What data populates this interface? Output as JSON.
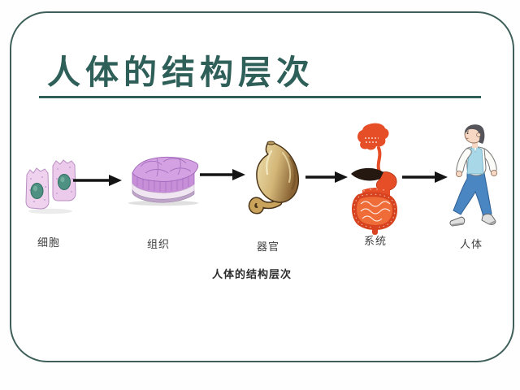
{
  "slide": {
    "title": "人体的结构层次",
    "caption": "人体的结构层次"
  },
  "colors": {
    "frame": "#3e5f5a",
    "title": "#2e5f58",
    "underline": "#2e5f58",
    "arrow": "#141414",
    "label": "#3f3f3f",
    "caption": "#2b2b2b",
    "cell_fill": "#efd2ee",
    "cell_nucleus": "#4e9183",
    "tissue_fill": "#cf9bdd",
    "organ_fill": "#c9a35c",
    "system_fill": "#e64e28",
    "liver_fill": "#241810",
    "vest_fill": "#a8d8e8",
    "pants_fill": "#4a86c2"
  },
  "diagram": {
    "items": [
      {
        "label": "细胞",
        "icon": "cells-illustration"
      },
      {
        "label": "组织",
        "icon": "tissue-illustration"
      },
      {
        "label": "器官",
        "icon": "stomach-organ-illustration"
      },
      {
        "label": "系统",
        "icon": "digestive-system-illustration"
      },
      {
        "label": "人体",
        "icon": "human-body-illustration"
      }
    ]
  }
}
